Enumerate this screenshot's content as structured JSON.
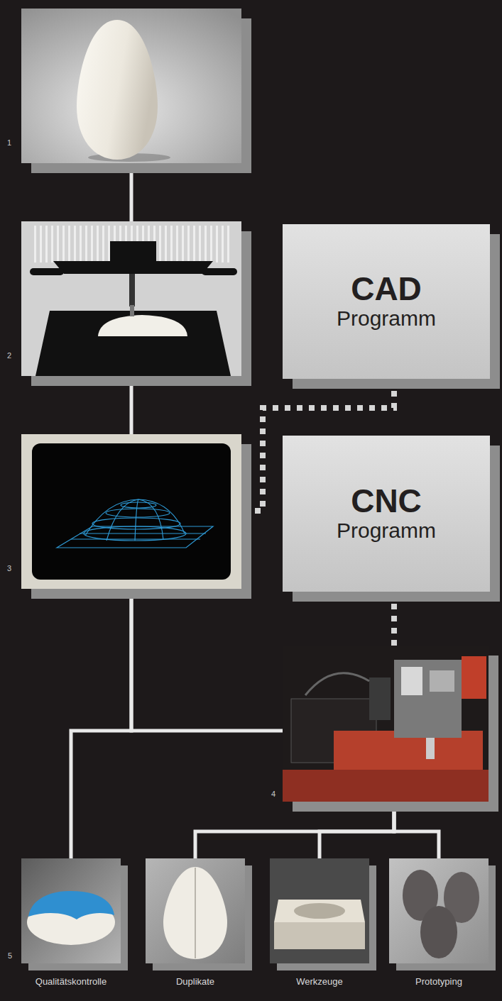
{
  "diagram": {
    "nodes": [
      {
        "text": [
          "1"
        ]
      },
      {
        "text": [
          "2"
        ]
      },
      {
        "text": [
          "CAD",
          "Programm"
        ]
      },
      {
        "text": [
          "3"
        ]
      },
      {
        "text": [
          "CNC",
          "Programm"
        ]
      },
      {
        "text": [
          "4"
        ]
      },
      {
        "text": [
          "Qualitätskontrolle"
        ]
      },
      {
        "text": [
          "Duplikate"
        ]
      },
      {
        "text": [
          "Werkzeuge"
        ]
      },
      {
        "text": [
          "Prototyping"
        ]
      }
    ],
    "edges": [
      {
        "from": 0,
        "to": 1,
        "arrow": "none"
      },
      {
        "from": 1,
        "to": 3,
        "arrow": "none"
      },
      {
        "from": 2,
        "to": 3,
        "arrow": "none"
      },
      {
        "from": 4,
        "to": 5,
        "arrow": "none"
      },
      {
        "from": 3,
        "to": 5,
        "arrow": "none"
      },
      {
        "from": 3,
        "to": 6,
        "arrow": "none"
      },
      {
        "from": 5,
        "to": 7,
        "arrow": "none"
      },
      {
        "from": 5,
        "to": 8,
        "arrow": "none"
      },
      {
        "from": 5,
        "to": 9,
        "arrow": "none"
      }
    ],
    "labels": [
      "5"
    ]
  }
}
